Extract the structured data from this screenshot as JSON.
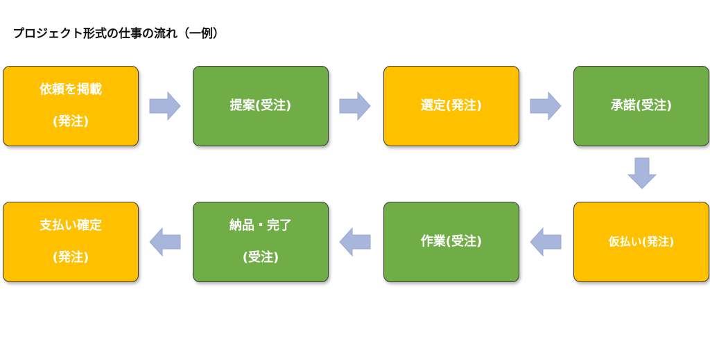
{
  "title": "プロジェクト形式の仕事の流れ（一例）",
  "colors": {
    "client": "#ffc000",
    "worker": "#70ad47",
    "arrow": "#a9b6dc",
    "border": "#3a3a3a"
  },
  "steps": [
    {
      "line1": "依頼を掲載",
      "line2": "(発注)"
    },
    {
      "line1": "提案(受注)"
    },
    {
      "line1": "選定(発注)"
    },
    {
      "line1": "承諾(受注)"
    },
    {
      "line1": "仮払い(発注)"
    },
    {
      "line1": "作業(受注)"
    },
    {
      "line1": "納品・完了",
      "line2": "(受注)"
    },
    {
      "line1": "支払い確定",
      "line2": "(発注)"
    }
  ]
}
